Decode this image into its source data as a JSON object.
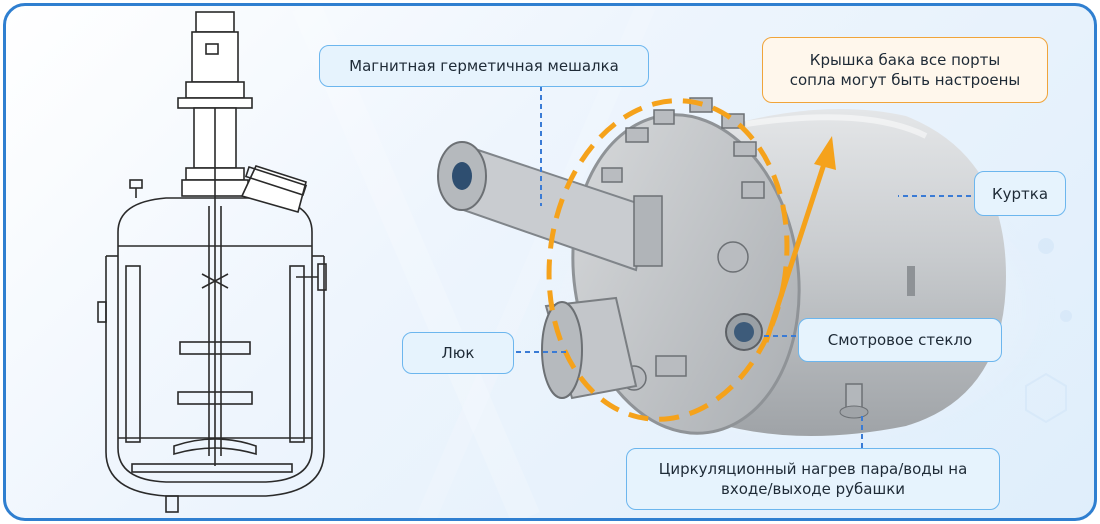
{
  "labels": {
    "stirrer": "Магнитная герметичная мешалка",
    "lid_line1": "Крышка бака все порты",
    "lid_line2": "сопла могут быть настроены",
    "jacket": "Куртка",
    "hatch": "Люк",
    "sight_glass": "Смотровое стекло",
    "circulation_line1": "Циркуляционный нагрев пара/воды на",
    "circulation_line2": "входе/выходе рубашки"
  },
  "colors": {
    "frame_border": "#2f7fd0",
    "label_border": "#6cb6ee",
    "label_fill": "#e6f3fd",
    "highlight": "#f5a21b",
    "leader_line": "#3a7bd5",
    "tank_body": "#c9ccd0"
  }
}
